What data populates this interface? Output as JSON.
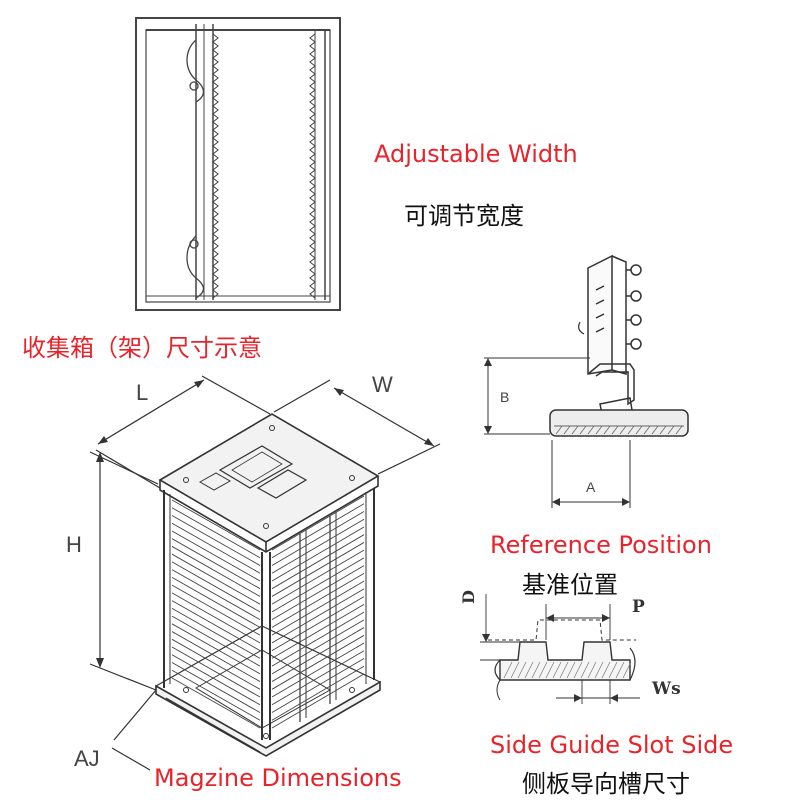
{
  "labels": {
    "adjustable_width": "Adjustable Width",
    "adjustable_width_cn": "可调节宽度",
    "magazine_dims_cn": "收集箱（架）尺寸示意",
    "magazine_dims": "Magzine Dimensions",
    "reference_position": "Reference Position",
    "reference_position_cn": "基准位置",
    "side_guide_slot": "Side Guide Slot Side",
    "side_guide_slot_cn": "侧板导向槽尺寸"
  },
  "dimension_letters": {
    "L": "L",
    "W": "W",
    "H": "H",
    "AJ": "AJ",
    "A": "A",
    "B": "B",
    "D": "D",
    "P": "P",
    "Ws": "Ws"
  },
  "colors": {
    "accent_red": "#e8232a",
    "line": "#333333"
  }
}
